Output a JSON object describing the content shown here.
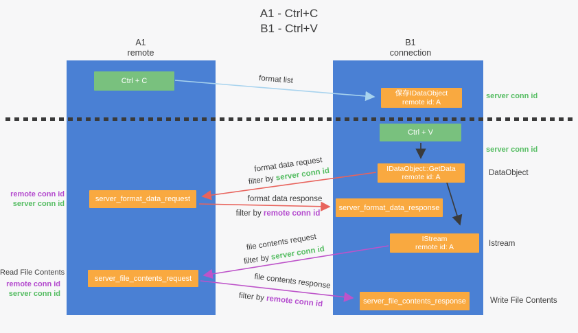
{
  "title": {
    "line1": "A1 - Ctrl+C",
    "line2": "B1 - Ctrl+V"
  },
  "columns": {
    "a1": {
      "name": "A1",
      "subtitle": "remote"
    },
    "b1": {
      "name": "B1",
      "subtitle": "connection"
    }
  },
  "nodes": {
    "ctrl_c": {
      "label": "Ctrl + C"
    },
    "save_idataobject": {
      "line1": "保存IDataObject",
      "line2": "remote id: A"
    },
    "ctrl_v": {
      "label": "Ctrl + V"
    },
    "getdata": {
      "line1": "IDataObject::GetData",
      "line2": "remote id: A"
    },
    "format_request": {
      "label": "server_format_data_request"
    },
    "format_response": {
      "label": "server_format_data_response"
    },
    "istream": {
      "line1": "IStream",
      "line2": "remote id: A"
    },
    "file_request": {
      "label": "server_file_contents_request"
    },
    "file_response": {
      "label": "server_file_contents_response"
    }
  },
  "flow": {
    "format_list": "format list",
    "format_data_request": "format data request",
    "format_data_response": "format data response",
    "file_contents_request": "file contents request",
    "file_contents_response": "file contents response",
    "filter_by": "filter by",
    "server_conn_id": "server conn id",
    "remote_conn_id": "remote conn id"
  },
  "right_labels": {
    "server_conn_id_top": "server conn id",
    "server_conn_id_mid": "server conn id",
    "dataobject": "DataObject",
    "istream": "Istream",
    "write_file_contents": "Write File Contents"
  },
  "left_labels": {
    "remote_conn_id": "remote conn id",
    "server_conn_id": "server conn id",
    "read_file_contents": "Read File Contents"
  },
  "colors": {
    "background": "#f7f7f8",
    "column_blue": "#4a80d4",
    "box_green": "#79c17e",
    "box_orange": "#f9a940",
    "green_text": "#56bd63",
    "purple_text": "#b44bce",
    "red_arrow": "#e8635c",
    "magenta_arrow": "#bd53c9",
    "blue_arrow": "#a8d3ee",
    "dark_text": "#3c3c3c",
    "dash": "#3a3a3a"
  }
}
